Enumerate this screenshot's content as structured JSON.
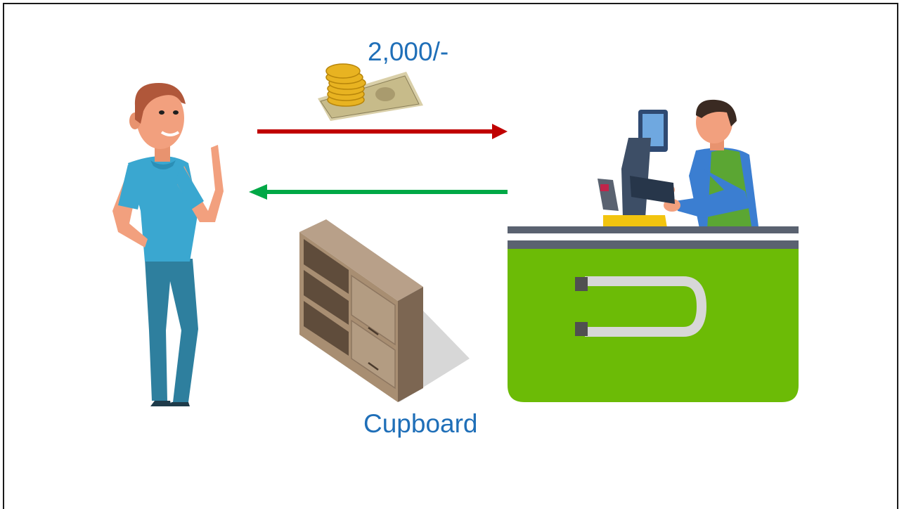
{
  "price_text": "2,000/-",
  "cupboard_text": "Cupboard",
  "colors": {
    "label_blue": "#1f6fb8",
    "payment_arrow": "#c00000",
    "return_arrow": "#00a846",
    "counter_green": "#6cbb06",
    "cupboard_wood": "#a88e72"
  },
  "elements": {
    "customer": "customer-illustration",
    "money": "money-icon",
    "cashier": "cashier-illustration",
    "counter": "checkout-counter",
    "cupboard": "cupboard-illustration"
  }
}
